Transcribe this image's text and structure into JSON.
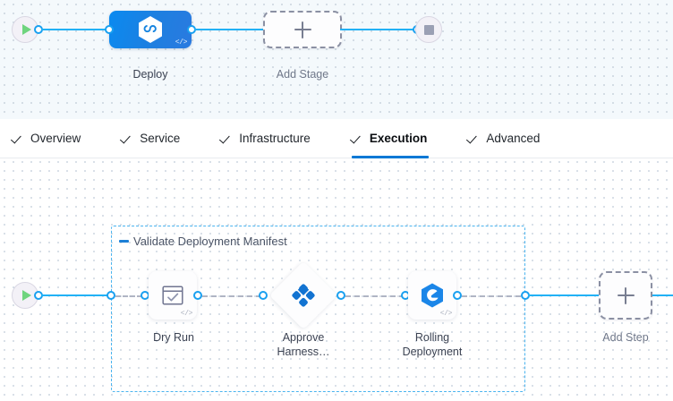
{
  "stage_canvas": {
    "start_node": {
      "name": "pipeline-start",
      "icon": "play-icon"
    },
    "end_node": {
      "name": "pipeline-end",
      "icon": "stop-icon"
    },
    "stages": [
      {
        "label": "Deploy",
        "icon": "harness-hexagon-icon",
        "badge": "</>",
        "selected": true
      },
      {
        "label": "Add Stage",
        "icon": "plus-icon",
        "selected": false
      }
    ]
  },
  "tabs": [
    {
      "label": "Overview",
      "icon": "check-icon",
      "active": false
    },
    {
      "label": "Service",
      "icon": "check-icon",
      "active": false
    },
    {
      "label": "Infrastructure",
      "icon": "check-icon",
      "active": false
    },
    {
      "label": "Execution",
      "icon": "check-icon",
      "active": true
    },
    {
      "label": "Advanced",
      "icon": "check-icon",
      "active": false
    }
  ],
  "execution_canvas": {
    "start_node": {
      "name": "execution-start",
      "icon": "play-icon"
    },
    "group": {
      "label": "Validate Deployment Manifest",
      "collapse_icon": "collapse-dash-icon"
    },
    "steps": [
      {
        "label": "Dry Run",
        "icon": "dry-run-check-window-icon",
        "badge": "</>"
      },
      {
        "label_line1": "Approve",
        "label_line2": "Harness…",
        "icon": "harness-approval-diamond-icon",
        "badge": ""
      },
      {
        "label_line1": "Rolling",
        "label_line2": "Deployment",
        "icon": "rolling-deployment-hexagon-icon",
        "badge": "</>"
      }
    ],
    "add_step": {
      "label": "Add Step",
      "icon": "plus-icon"
    }
  },
  "colors": {
    "accent_blue": "#0278d5",
    "link_blue": "#22b1f5",
    "port_blue": "#19a0f0",
    "group_border": "#4ab4ef",
    "canvas_top_bg": "#f4f9fc",
    "canvas_bottom_bg": "#ffffff",
    "play_green": "#6fd47e",
    "stop_gray": "#9ba0b4"
  }
}
